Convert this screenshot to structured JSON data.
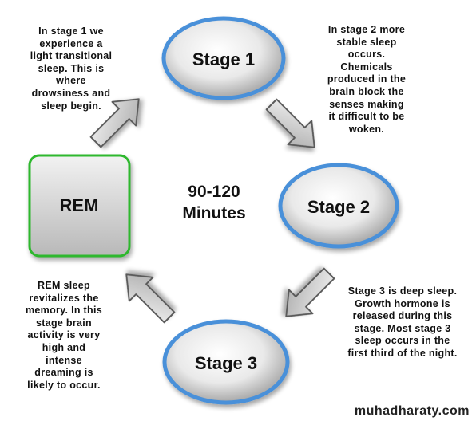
{
  "center": {
    "line1": "90-120",
    "line2": "Minutes"
  },
  "nodes": {
    "stage1": {
      "label": "Stage 1"
    },
    "stage2": {
      "label": "Stage 2"
    },
    "stage3": {
      "label": "Stage 3"
    },
    "rem": {
      "label": "REM"
    }
  },
  "descriptions": {
    "stage1": [
      "In stage 1 we",
      "experience a",
      "light transitional",
      "sleep. This is",
      "where",
      "drowsiness and",
      "sleep begin."
    ],
    "stage2": [
      "In stage 2 more",
      "stable sleep",
      "occurs.",
      "Chemicals",
      "produced in the",
      "brain block the",
      "senses making",
      "it difficult to be",
      "woken."
    ],
    "stage3": [
      "Stage 3 is deep sleep.",
      "Growth hormone is",
      "released during this",
      "stage. Most stage 3",
      "sleep occurs in the",
      "first third of the night."
    ],
    "rem": [
      "REM sleep",
      "revitalizes the",
      "memory. In this",
      "stage brain",
      "activity is very",
      "high and",
      "intense",
      "dreaming is",
      "likely to occur."
    ]
  },
  "watermark": "muhadharaty.com",
  "colors": {
    "ellipse_border": "#4a90d9",
    "rem_border": "#2db82d",
    "arrow_fill": "#d0d0d0",
    "arrow_stroke": "#5a5a5a"
  }
}
